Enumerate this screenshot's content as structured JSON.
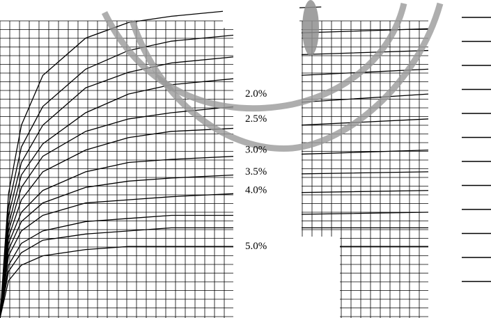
{
  "chart_data": {
    "type": "line",
    "title": "",
    "xlabel": "",
    "ylabel": "",
    "grid": true,
    "xlim": [
      0,
      100
    ],
    "ylim": [
      0,
      100
    ],
    "series": [
      {
        "label": "",
        "points": [
          [
            0,
            0
          ],
          [
            2,
            40
          ],
          [
            5,
            62
          ],
          [
            10,
            78
          ],
          [
            20,
            90
          ],
          [
            30,
            95
          ],
          [
            40,
            97
          ],
          [
            55,
            99
          ],
          [
            75,
            100
          ]
        ]
      },
      {
        "label": "",
        "points": [
          [
            0,
            0
          ],
          [
            2,
            36
          ],
          [
            5,
            55
          ],
          [
            10,
            68
          ],
          [
            20,
            80
          ],
          [
            30,
            86
          ],
          [
            40,
            89
          ],
          [
            55,
            91
          ],
          [
            100,
            93
          ]
        ]
      },
      {
        "label": "",
        "points": [
          [
            0,
            0
          ],
          [
            2,
            33
          ],
          [
            5,
            50
          ],
          [
            10,
            62
          ],
          [
            20,
            74
          ],
          [
            30,
            79
          ],
          [
            40,
            82
          ],
          [
            55,
            84
          ],
          [
            100,
            86
          ]
        ]
      },
      {
        "label": "",
        "points": [
          [
            0,
            0
          ],
          [
            2,
            30
          ],
          [
            5,
            46
          ],
          [
            10,
            56
          ],
          [
            20,
            66
          ],
          [
            30,
            72
          ],
          [
            40,
            75
          ],
          [
            55,
            77
          ],
          [
            100,
            80
          ]
        ]
      },
      {
        "label": "2.0%",
        "points": [
          [
            0,
            0
          ],
          [
            2,
            28
          ],
          [
            5,
            42
          ],
          [
            10,
            52
          ],
          [
            20,
            60
          ],
          [
            30,
            64
          ],
          [
            40,
            66
          ],
          [
            55,
            68
          ],
          [
            100,
            72
          ]
        ]
      },
      {
        "label": "2.5%",
        "points": [
          [
            0,
            0
          ],
          [
            2,
            26
          ],
          [
            5,
            38
          ],
          [
            10,
            47
          ],
          [
            20,
            54
          ],
          [
            30,
            58
          ],
          [
            40,
            60
          ],
          [
            55,
            61
          ],
          [
            100,
            64
          ]
        ]
      },
      {
        "label": "3.0%",
        "points": [
          [
            0,
            0
          ],
          [
            2,
            24
          ],
          [
            5,
            34
          ],
          [
            10,
            41
          ],
          [
            20,
            47
          ],
          [
            30,
            50
          ],
          [
            40,
            51
          ],
          [
            55,
            52
          ],
          [
            100,
            54
          ]
        ]
      },
      {
        "label": "3.5%",
        "points": [
          [
            0,
            0
          ],
          [
            2,
            22
          ],
          [
            5,
            31
          ],
          [
            10,
            37
          ],
          [
            20,
            42
          ],
          [
            30,
            44
          ],
          [
            40,
            45
          ],
          [
            55,
            46
          ],
          [
            100,
            47
          ]
        ]
      },
      {
        "label": "4.0%",
        "points": [
          [
            0,
            0
          ],
          [
            2,
            20
          ],
          [
            5,
            28
          ],
          [
            10,
            33
          ],
          [
            20,
            37
          ],
          [
            30,
            38
          ],
          [
            40,
            39
          ],
          [
            55,
            40
          ],
          [
            100,
            41
          ]
        ]
      },
      {
        "label": "",
        "points": [
          [
            0,
            0
          ],
          [
            2,
            17
          ],
          [
            5,
            24
          ],
          [
            10,
            28
          ],
          [
            20,
            31
          ],
          [
            30,
            32
          ],
          [
            40,
            33
          ],
          [
            55,
            33
          ],
          [
            100,
            34
          ]
        ]
      },
      {
        "label": "",
        "points": [
          [
            0,
            0
          ],
          [
            2,
            15
          ],
          [
            5,
            21
          ],
          [
            10,
            25
          ],
          [
            20,
            27
          ],
          [
            30,
            28
          ],
          [
            40,
            29
          ],
          [
            55,
            29
          ],
          [
            100,
            29
          ]
        ]
      },
      {
        "label": "5.0%",
        "points": [
          [
            0,
            0
          ],
          [
            2,
            12
          ],
          [
            5,
            17
          ],
          [
            10,
            20
          ],
          [
            20,
            22
          ],
          [
            30,
            23
          ],
          [
            40,
            23
          ],
          [
            55,
            23
          ],
          [
            100,
            23
          ]
        ]
      }
    ]
  }
}
